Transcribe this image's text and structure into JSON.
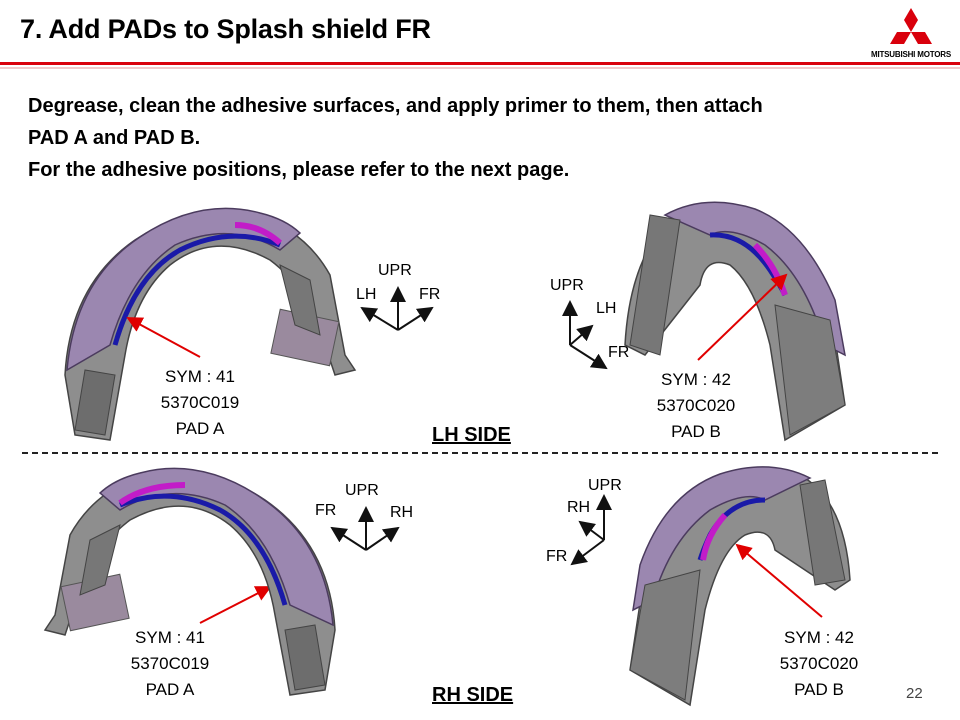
{
  "header": {
    "title": "7. Add PADs to Splash shield FR",
    "brand": "MITSUBISHI MOTORS",
    "accent_color": "#d9000c"
  },
  "instructions": {
    "line1": "Degrease, clean the adhesive surfaces, and apply primer to them, then  attach",
    "line2": "PAD A and PAD B.",
    "line3": "For the adhesive positions, please refer to the next page."
  },
  "lh_side": {
    "title": "LH SIDE",
    "pad_a": {
      "sym": "SYM : 41",
      "part_no": "5370C019",
      "name": "PAD A"
    },
    "pad_b": {
      "sym": "SYM : 42",
      "part_no": "5370C020",
      "name": "PAD B"
    },
    "axes_left": {
      "up": "UPR",
      "left": "LH",
      "right": "FR"
    },
    "axes_right": {
      "up": "UPR",
      "mid": "LH",
      "low": "FR"
    }
  },
  "rh_side": {
    "title": "RH SIDE",
    "pad_a": {
      "sym": "SYM : 41",
      "part_no": "5370C019",
      "name": "PAD A"
    },
    "pad_b": {
      "sym": "SYM : 42",
      "part_no": "5370C020",
      "name": "PAD B"
    },
    "axes_left": {
      "up": "UPR",
      "left": "FR",
      "right": "RH"
    },
    "axes_right": {
      "up": "UPR",
      "mid": "RH",
      "low": "FR"
    }
  },
  "page_number": "22",
  "colors": {
    "shield_body": "#9b87b0",
    "shield_inner": "#8e8e8e",
    "pad_strip": "#1a1aa8",
    "pad_highlight": "#c21cc8",
    "pointer_arrow": "#e00000"
  }
}
